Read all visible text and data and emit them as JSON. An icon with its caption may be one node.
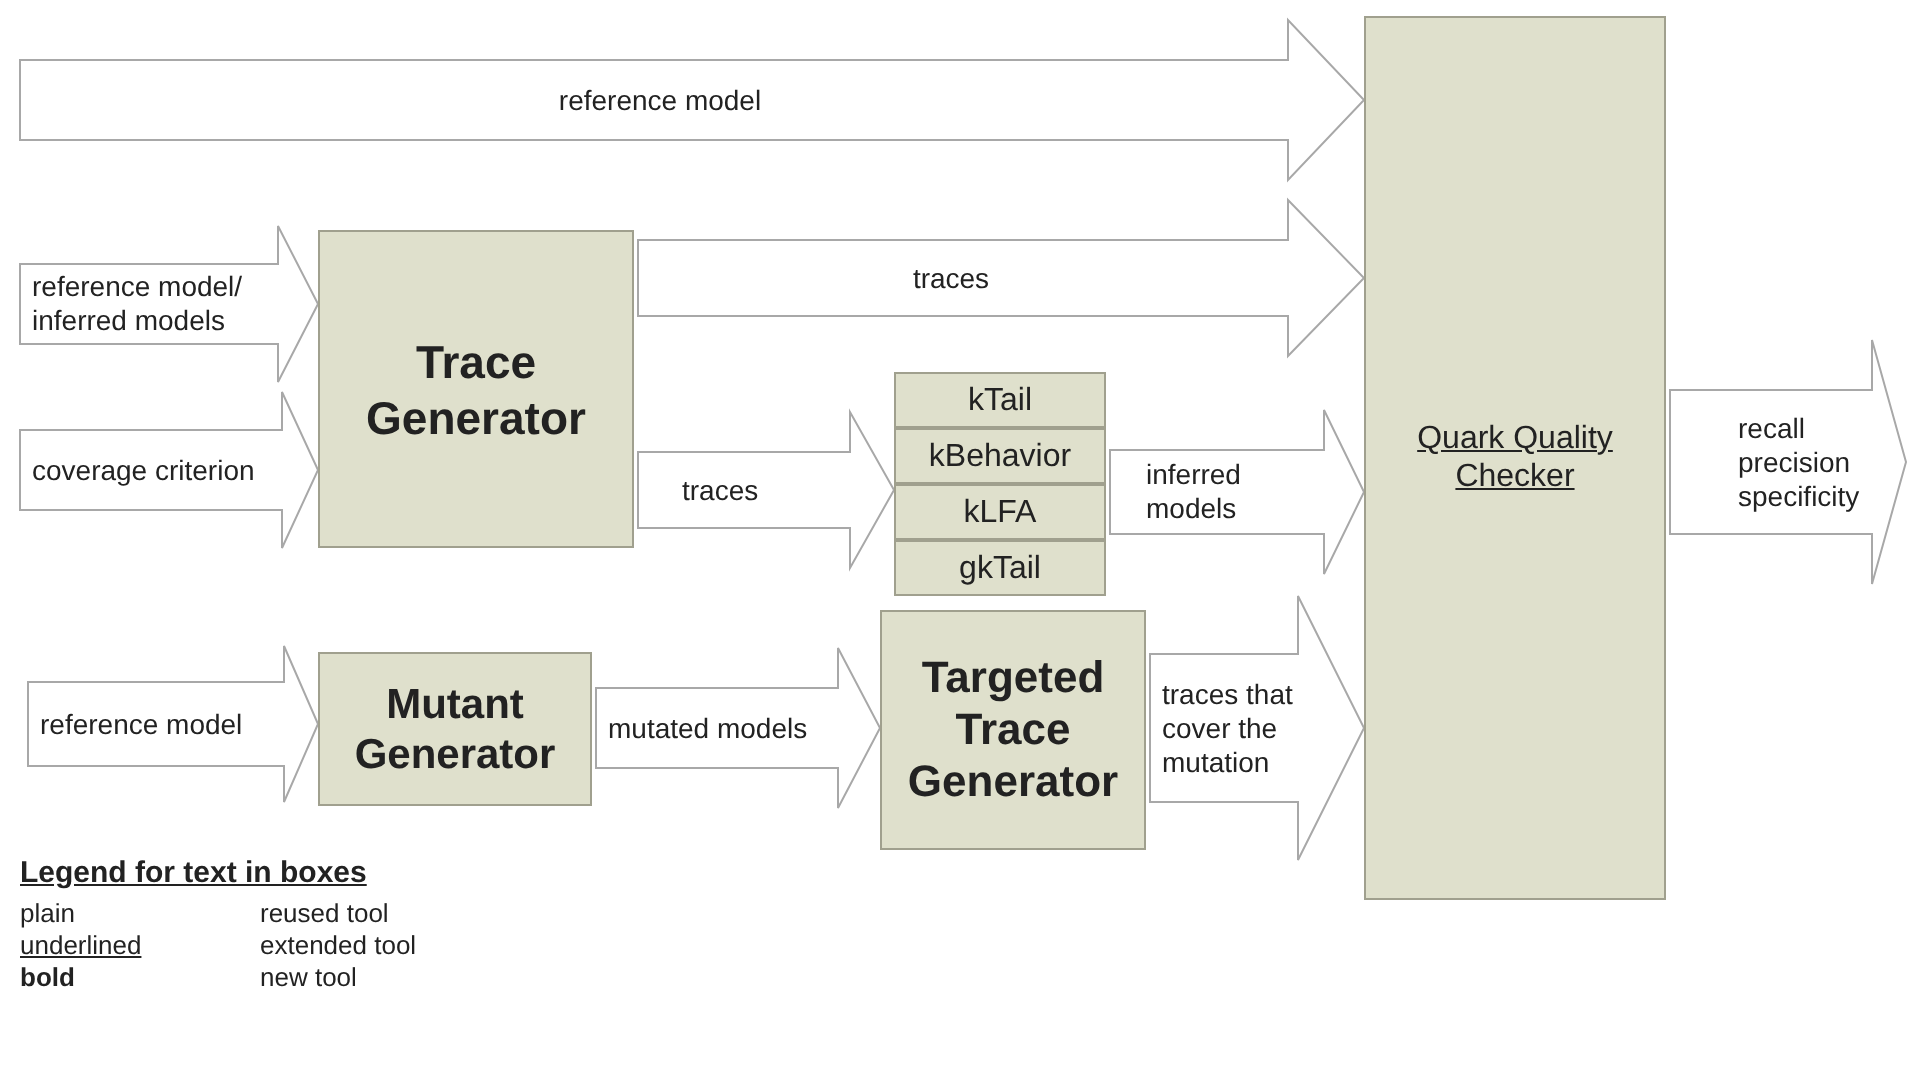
{
  "diagram": {
    "nodes": [
      {
        "text": [
          "Trace Generator"
        ]
      },
      {
        "text": [
          "kTail"
        ]
      },
      {
        "text": [
          "kBehavior"
        ]
      },
      {
        "text": [
          "kLFA"
        ]
      },
      {
        "text": [
          "gkTail"
        ]
      },
      {
        "text": [
          "Mutant Generator"
        ]
      },
      {
        "text": [
          "Targeted Trace Generator"
        ]
      },
      {
        "text": [
          "Quark Quality Checker"
        ]
      }
    ],
    "edges": [
      {
        "from": null,
        "to": 7,
        "arrow": "to",
        "label": "reference model"
      },
      {
        "from": null,
        "to": 0,
        "arrow": "to",
        "label": "reference model/ inferred models"
      },
      {
        "from": null,
        "to": 0,
        "arrow": "to",
        "label": "coverage criterion"
      },
      {
        "from": 0,
        "to": 7,
        "arrow": "to",
        "label": "traces"
      },
      {
        "from": 0,
        "to": 2,
        "arrow": "to",
        "label": "traces"
      },
      {
        "from": 2,
        "to": 7,
        "arrow": "to",
        "label": "inferred models"
      },
      {
        "from": null,
        "to": 5,
        "arrow": "to",
        "label": "reference model"
      },
      {
        "from": 5,
        "to": 6,
        "arrow": "to",
        "label": "mutated models"
      },
      {
        "from": 6,
        "to": 7,
        "arrow": "to",
        "label": "traces that cover the mutation"
      },
      {
        "from": 7,
        "to": null,
        "arrow": "to",
        "label": "recall precision specificity"
      }
    ],
    "labels": [
      "Legend for text in boxes",
      "plain",
      "reused tool",
      "underlined",
      "extended tool",
      "bold",
      "new tool"
    ]
  }
}
